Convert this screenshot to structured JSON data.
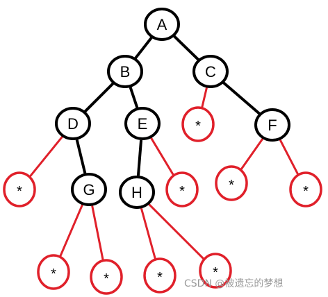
{
  "colors": {
    "tree_edge": "#000000",
    "null_edge": "#e0202a",
    "node_stroke": "#000000",
    "null_stroke": "#e0202a"
  },
  "tree": {
    "nodes": [
      {
        "id": "A",
        "label": "A"
      },
      {
        "id": "B",
        "label": "B"
      },
      {
        "id": "C",
        "label": "C"
      },
      {
        "id": "D",
        "label": "D"
      },
      {
        "id": "E",
        "label": "E"
      },
      {
        "id": "F",
        "label": "F"
      },
      {
        "id": "G",
        "label": "G"
      },
      {
        "id": "H",
        "label": "H"
      }
    ],
    "null_label": "*",
    "edges": [
      [
        "A",
        "B"
      ],
      [
        "A",
        "C"
      ],
      [
        "B",
        "D"
      ],
      [
        "B",
        "E"
      ],
      [
        "D",
        "G"
      ],
      [
        "E",
        "H"
      ],
      [
        "C",
        "F"
      ]
    ],
    "null_children": {
      "C": [
        "left"
      ],
      "D": [
        "left"
      ],
      "E": [
        "right"
      ],
      "F": [
        "left",
        "right"
      ],
      "G": [
        "left",
        "right"
      ],
      "H": [
        "left",
        "right"
      ]
    }
  },
  "watermark": "CSDN @被遗忘的梦想"
}
